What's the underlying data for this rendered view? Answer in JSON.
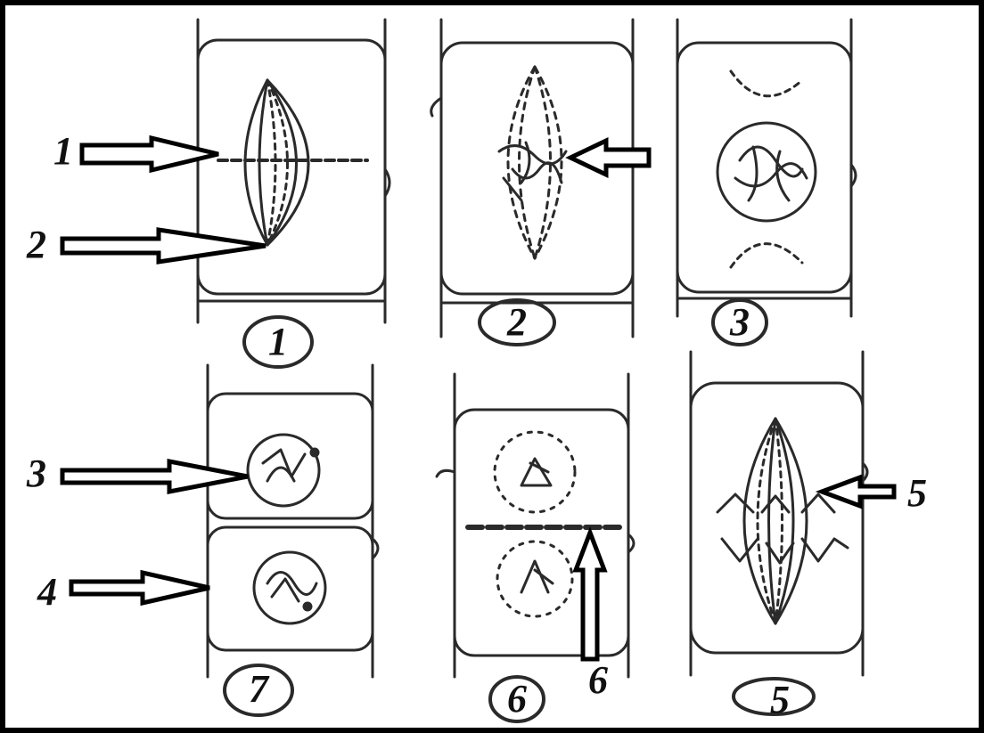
{
  "figure_numbers": [
    "1",
    "2",
    "3",
    "7",
    "6",
    "5"
  ],
  "arrow_labels": [
    "1",
    "2",
    "3",
    "4",
    "5",
    "6"
  ],
  "colors": {
    "line": "#2a2a2a",
    "frame": "#000000",
    "background": "#ffffff"
  }
}
